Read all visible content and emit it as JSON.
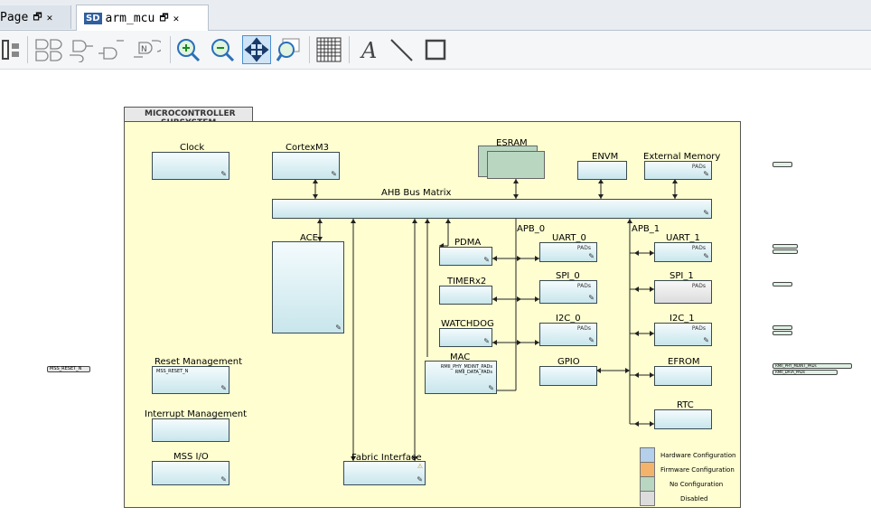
{
  "tabs": [
    {
      "label": "Page"
    },
    {
      "label": "arm_mcu",
      "badge": "SD"
    }
  ],
  "toolbar": {
    "tools": [
      "align-icon",
      "gate-grid-icon",
      "and-gate-icon",
      "or-gate-icon",
      "nand-gate-icon",
      "zoom-in-icon",
      "zoom-out-icon",
      "fit-to-view-icon",
      "zoom-area-icon",
      "grid-icon",
      "text-tool-icon",
      "line-tool-icon",
      "rectangle-tool-icon"
    ]
  },
  "diagram": {
    "title_line1": "MICROCONTROLLER",
    "title_line2": "SUBSYSTEM",
    "bus_label": "AHB Bus Matrix",
    "apb0_label": "APB_0",
    "apb1_label": "APB_1",
    "pads_label": "PADs",
    "blocks": {
      "clock": "Clock",
      "cortex": "CortexM3",
      "esram": "ESRAM",
      "envm": "ENVM",
      "extmem": "External Memory",
      "ace": "ACE",
      "pdma": "PDMA",
      "timer": "TIMERx2",
      "watchdog": "WATCHDOG",
      "mac": "MAC",
      "uart0": "UART_0",
      "spi0": "SPI_0",
      "i2c0": "I2C_0",
      "gpio": "GPIO",
      "uart1": "UART_1",
      "spi1": "SPI_1",
      "i2c1": "I2C_1",
      "efrom": "EFROM",
      "rtc": "RTC",
      "reset": "Reset Management",
      "interrupt": "Interrupt Management",
      "mssio": "MSS I/O",
      "fabric": "Fabric Interface"
    },
    "ports": {
      "mss_reset_n": "MSS_RESET_N",
      "rmii_mdio": "RMII_PHY_MDINT_PADs",
      "rmii_data": "RMII_DATA_PADs"
    },
    "legend": [
      {
        "label": "Hardware Configuration",
        "color": "#b4d0ea"
      },
      {
        "label": "Firmware Configuration",
        "color": "#f4b36a"
      },
      {
        "label": "No Configuration",
        "color": "#b8d6c0"
      },
      {
        "label": "Disabled",
        "color": "#dcdcdc"
      }
    ]
  },
  "colors": {
    "subsystem_bg": "#fefed0",
    "tab_badge": "#2f5f9f"
  }
}
